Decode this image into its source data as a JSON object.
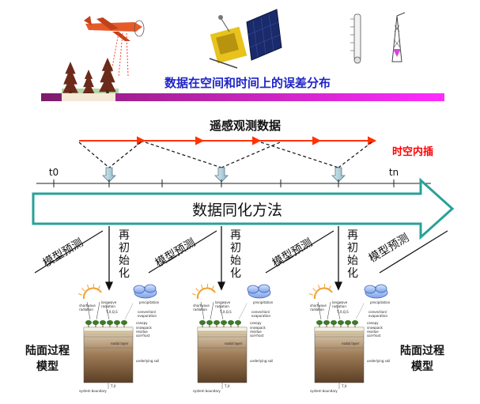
{
  "header": {
    "error_distribution_title": "数据在空间和时间上的误差分布",
    "gradient_colors": [
      "#7b1f6a",
      "#ff33ff"
    ]
  },
  "remote_sensing": {
    "label": "遥感观测数据",
    "interpolation_label": "时空内插",
    "interpolation_color": "#ff0000",
    "arrow_color": "#ff3300"
  },
  "timeline": {
    "start_label": "t0",
    "end_label": "tn"
  },
  "main_arrow": {
    "label": "数据同化方法",
    "border_color": "#2aa198"
  },
  "cycle": {
    "predict_label": "模型预测",
    "reinit_label": "再初始化"
  },
  "land_model": {
    "left_label_line1": "陆面过程",
    "left_label_line2": "模型",
    "right_label_line1": "陆面过程",
    "right_label_line2": "模型",
    "diagram_labels": {
      "precipitation": "precipitation",
      "longwave": "longwave radiation",
      "shortwave": "shortwave radiation",
      "convection": "convection/ evaporation",
      "canopy": "canopy",
      "snowpack": "snowpack residue soil-frost",
      "nodal": "nodal layer",
      "underlying": "underlying soil",
      "boundary": "system boundary",
      "tx": "T,X",
      "flux": "T,X,Q,S"
    }
  }
}
